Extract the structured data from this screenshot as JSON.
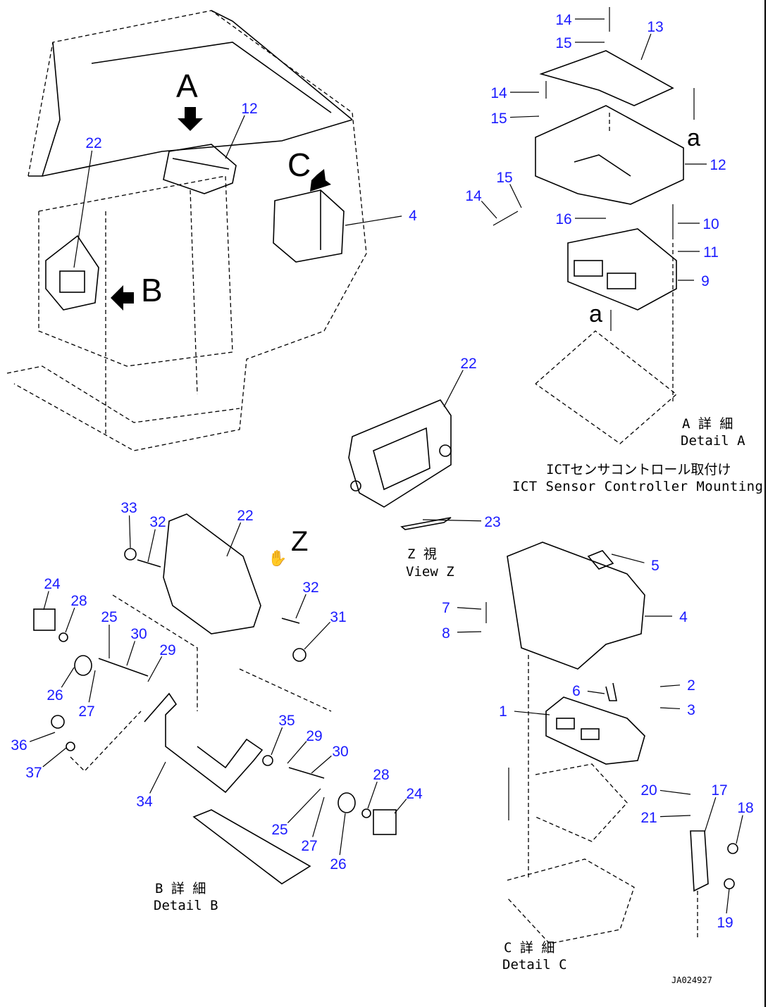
{
  "view_markers": {
    "a_top": "A",
    "b_side": "B",
    "c_side": "C",
    "z_view": "Z",
    "arrow_a_upper": "a",
    "arrow_a_lower": "a"
  },
  "captions": {
    "detail_a_jp": "A 詳 細",
    "detail_a_en": "Detail A",
    "title_jp": "ICTセンサコントロール取付け",
    "title_en": "ICT Sensor Controller Mounting",
    "view_z_jp": "Z 視",
    "view_z_en": "View Z",
    "detail_b_jp": "B 詳 細",
    "detail_b_en": "Detail B",
    "detail_c_jp": "C 詳 細",
    "detail_c_en": "Detail C",
    "drawing_code": "JA024927"
  },
  "callouts": [
    "14",
    "15",
    "13",
    "14",
    "15",
    "12",
    "15",
    "14",
    "16",
    "10",
    "11",
    "9",
    "22",
    "12",
    "4",
    "22",
    "23",
    "33",
    "32",
    "22",
    "32",
    "31",
    "24",
    "28",
    "25",
    "30",
    "29",
    "26",
    "27",
    "36",
    "37",
    "34",
    "35",
    "29",
    "30",
    "28",
    "24",
    "25",
    "27",
    "26",
    "5",
    "4",
    "7",
    "8",
    "6",
    "2",
    "3",
    "1",
    "20",
    "21",
    "17",
    "18",
    "19"
  ],
  "colors": {
    "callout": "#1a1aff",
    "line": "#000000"
  }
}
